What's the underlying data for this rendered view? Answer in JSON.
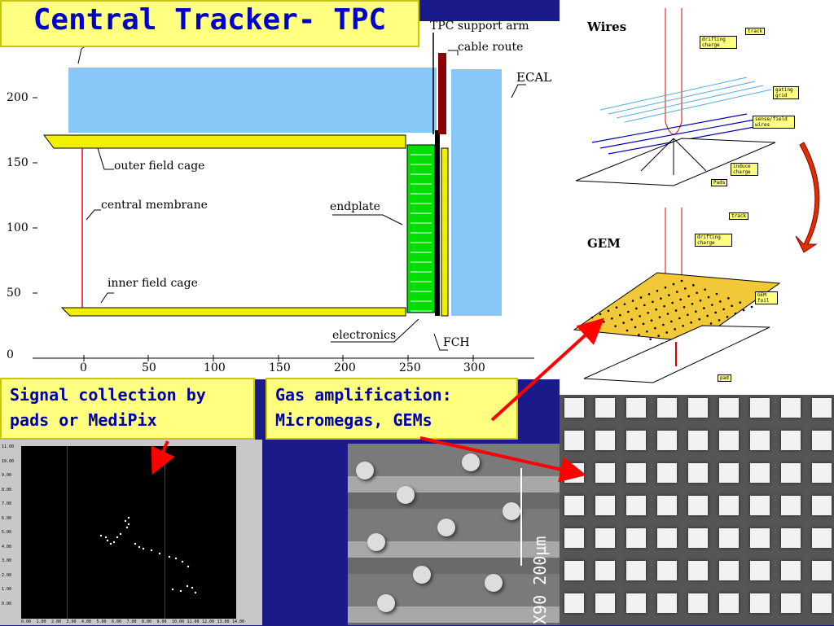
{
  "title": "Central Tracker- TPC",
  "tpc_diagram": {
    "y_ticks": [
      "200",
      "150",
      "100",
      "50",
      "0"
    ],
    "x_ticks": [
      "0",
      "50",
      "100",
      "150",
      "200",
      "250",
      "300"
    ],
    "labels": {
      "support_arm": "TPC support arm",
      "cable_route": "cable route",
      "ecal": "ECAL",
      "outer_field_cage": "outer field cage",
      "central_membrane": "central membrane",
      "endplate": "endplate",
      "inner_field_cage": "inner field cage",
      "electronics": "electronics",
      "fch": "FCH"
    }
  },
  "amp_diagram": {
    "wires_label": "Wires",
    "gem_label": "GEM",
    "wire_tags": [
      "track",
      "drifting charge",
      "gating grid",
      "sense/field wires",
      "induce charge",
      "Pads"
    ],
    "gem_tags": [
      "track",
      "drifting charge",
      "GEM foil",
      "pad"
    ]
  },
  "captions": {
    "signal": "Signal collection by pads or MediPix",
    "gas": "Gas amplification: Micromegas, GEMs"
  },
  "micrograph": {
    "scale_text": "X90  200µm"
  },
  "medipix": {
    "y_ticks": [
      "11.00",
      "10.00",
      "9.00",
      "8.00",
      "7.00",
      "6.00",
      "5.00",
      "4.00",
      "3.00",
      "2.00",
      "1.00",
      "0.00"
    ],
    "x_ticks": [
      "0.00",
      "1.00",
      "2.00",
      "3.00",
      "4.00",
      "5.00",
      "6.00",
      "7.00",
      "8.00",
      "9.00",
      "10.00",
      "11.00",
      "12.00",
      "13.00",
      "14.00"
    ]
  },
  "colors": {
    "title_bg": "#ffff80",
    "title_text": "#0000cc",
    "slide_bg": "#1a1a8a",
    "arrow": "#ff0000"
  }
}
